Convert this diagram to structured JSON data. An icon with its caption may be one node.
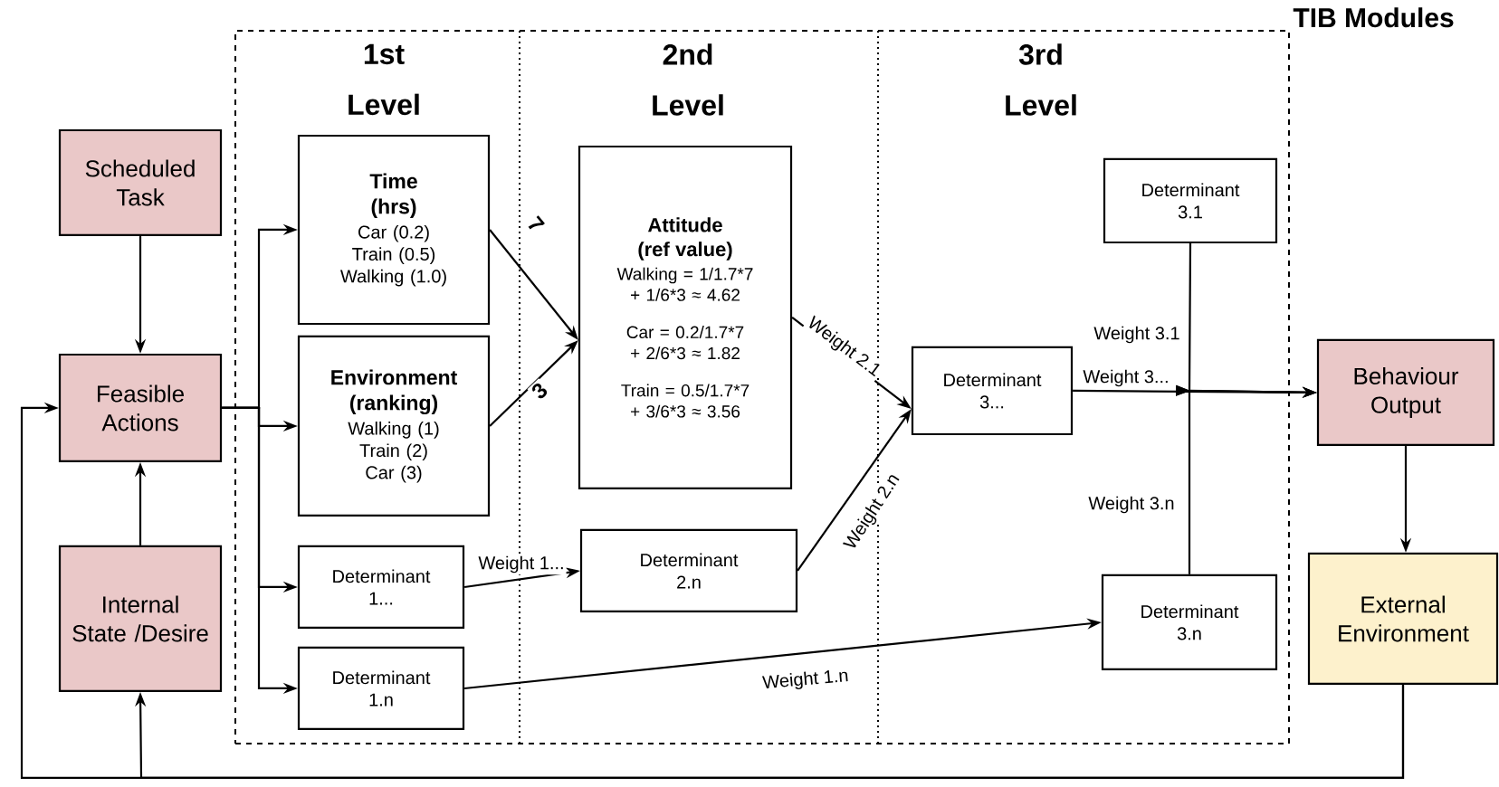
{
  "diagram": {
    "nodes": [
      {
        "text": [
          "TIB Modules"
        ]
      },
      {
        "text": [
          "Scheduled Task"
        ]
      },
      {
        "text": [
          "Feasible Actions"
        ]
      },
      {
        "text": [
          "Internal State /Desire"
        ]
      },
      {
        "text": [
          "Time (hrs)",
          "Car (0.2)",
          "Train (0.5)",
          "Walking (1.0)"
        ],
        "in": 0
      },
      {
        "text": [
          "Environment (ranking)",
          "Walking (1)",
          "Train (2)",
          "Car (3)"
        ],
        "in": 0
      },
      {
        "text": [
          "Determinant 1..."
        ],
        "in": 0
      },
      {
        "text": [
          "Determinant 1.n"
        ],
        "in": 0
      },
      {
        "text": [
          "Attitude (ref value)",
          "Walking = 1/1.7*7 + 1/6*3 ≈ 4.62",
          "Car = 0.2/1.7*7 + 2/6*3 ≈ 1.82",
          "Train = 0.5/1.7*7 + 3/6*3 ≈ 3.56"
        ],
        "in": 0
      },
      {
        "text": [
          "Determinant 2.n"
        ],
        "in": 0
      },
      {
        "text": [
          "Determinant 3.1"
        ],
        "in": 0
      },
      {
        "text": [
          "Determinant 3..."
        ],
        "in": 0
      },
      {
        "text": [
          "Determinant 3.n"
        ],
        "in": 0
      },
      {
        "text": [
          "Behaviour Output"
        ]
      },
      {
        "text": [
          "External Environment"
        ]
      }
    ],
    "edges": [
      {
        "from": 1,
        "to": 2,
        "arrow": "to"
      },
      {
        "from": 3,
        "to": 2,
        "arrow": "to"
      },
      {
        "from": 14,
        "to": 3,
        "arrow": "to"
      },
      {
        "from": 14,
        "to": 2,
        "arrow": "to"
      },
      {
        "from": 2,
        "to": 4,
        "arrow": "to"
      },
      {
        "from": 2,
        "to": 5,
        "arrow": "to"
      },
      {
        "from": 2,
        "to": 6,
        "arrow": "to"
      },
      {
        "from": 2,
        "to": 7,
        "arrow": "to"
      },
      {
        "from": 4,
        "to": 8,
        "arrow": "to",
        "label": "7"
      },
      {
        "from": 5,
        "to": 8,
        "arrow": "to",
        "label": "3"
      },
      {
        "from": 6,
        "to": 9,
        "arrow": "to",
        "label": "Weight 1..."
      },
      {
        "from": 8,
        "to": 11,
        "arrow": "to",
        "label": "Weight 2.1"
      },
      {
        "from": 9,
        "to": 11,
        "arrow": "to",
        "label": "Weight 2.n"
      },
      {
        "from": 7,
        "to": 12,
        "arrow": "to",
        "label": "Weight 1.n"
      },
      {
        "from": 11,
        "to": 13,
        "arrow": "to",
        "label": "Weight 3..."
      },
      {
        "from": 10,
        "to": 13,
        "arrow": "to",
        "label": "Weight 3.1"
      },
      {
        "from": 12,
        "to": 13,
        "arrow": "to",
        "label": "Weight 3.n"
      },
      {
        "from": 13,
        "to": 14,
        "arrow": "to"
      }
    ],
    "labels": [
      "1st Level",
      "2nd Level",
      "3rd Level"
    ]
  }
}
